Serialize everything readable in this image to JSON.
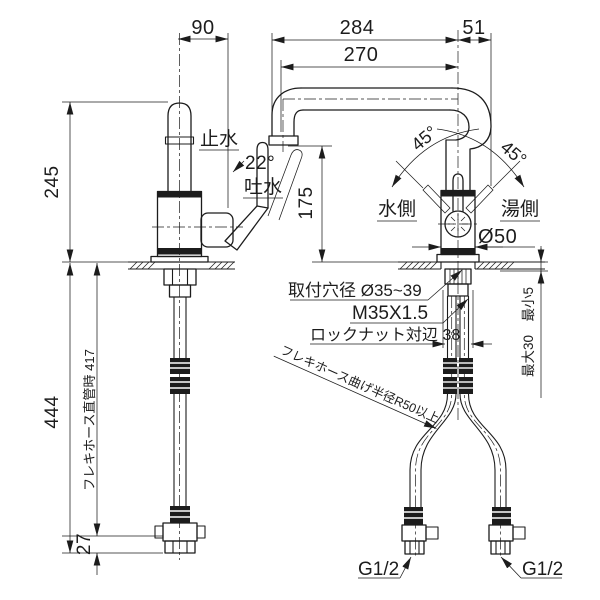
{
  "side_view": {
    "dim_handle_width": "90",
    "dim_height_top": "245",
    "dim_height_under": "444",
    "dim_hose_straight": "フレキホース直管時 417",
    "dim_fitting": "27",
    "label_stop": "止水",
    "label_tilt_angle": "22°",
    "label_flow": "吐水"
  },
  "front_view": {
    "dim_spout_reach_outer": "284",
    "dim_spout_reach": "270",
    "dim_right_offset": "51",
    "dim_spout_height": "175",
    "angle_swing_left": "45°",
    "angle_swing_right": "45°",
    "label_cold_side": "水側",
    "label_hot_side": "湯側",
    "dim_body_diameter": "Ø50",
    "note_mount_hole": "取付穴径 Ø35~39",
    "note_thread": "M35X1.5",
    "note_locknut": "ロックナット対辺 38",
    "note_deck_thickness": "最大30　最小5",
    "note_hose_bend": "フレキホース曲げ半径R50以上",
    "label_conn_cold": "G1/2",
    "label_conn_hot": "G1/2"
  },
  "colors": {
    "line": "#1c1c1c",
    "background": "#ffffff"
  }
}
